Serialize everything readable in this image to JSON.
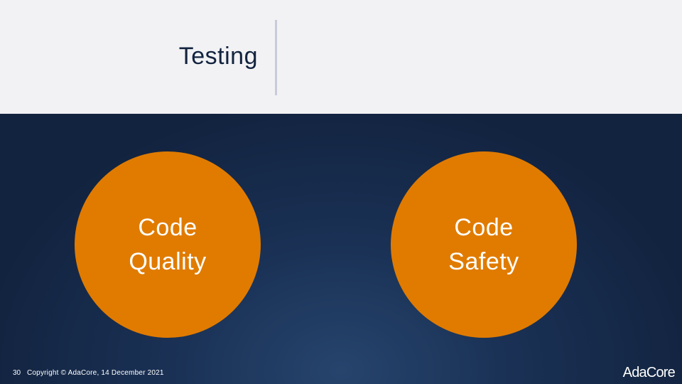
{
  "header": {
    "title": "Testing"
  },
  "circles": [
    {
      "line1": "Code",
      "line2": "Quality"
    },
    {
      "line1": "Code",
      "line2": "Safety"
    }
  ],
  "footer": {
    "page_number": "30",
    "copyright": "Copyright © AdaCore, 14 December 2021",
    "logo": "AdaCore"
  },
  "colors": {
    "header_background": "#f2f2f4",
    "main_background": "#12233f",
    "circle_fill": "#e07b00",
    "title_text": "#12233f",
    "divider": "#c9ccd8"
  }
}
